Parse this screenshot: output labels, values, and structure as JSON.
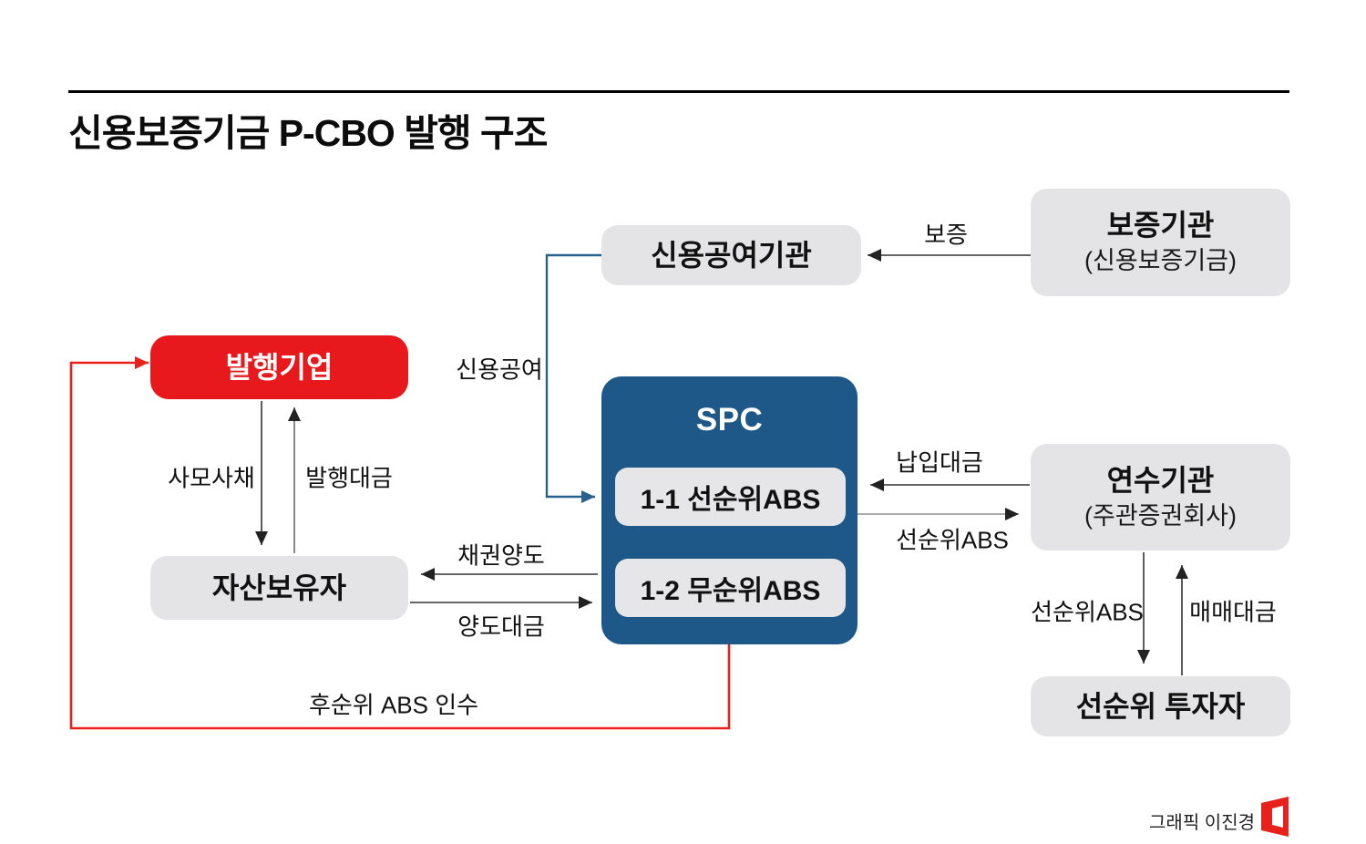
{
  "title": "신용보증기금 P-CBO 발행 구조",
  "nodes": {
    "credit_provider": {
      "label": "신용공여기관"
    },
    "guarantor": {
      "label": "보증기관",
      "sublabel": "(신용보증기금)"
    },
    "issuer": {
      "label": "발행기업"
    },
    "spc": {
      "label": "SPC",
      "tranche_senior": "1-1 선순위ABS",
      "tranche_junior": "1-2 무순위ABS"
    },
    "asset_holder": {
      "label": "자산보유자"
    },
    "underwriter": {
      "label": "연수기관",
      "sublabel": "(주관증권회사)"
    },
    "senior_investor": {
      "label": "선순위 투자자"
    }
  },
  "edges": {
    "guarantee": "보증",
    "credit_facility": "신용공여",
    "private_bond": "사모사채",
    "issue_proceeds": "발행대금",
    "bond_transfer": "채권양도",
    "transfer_price": "양도대금",
    "payment": "납입대금",
    "senior_abs_to_underwriter": "선순위ABS",
    "senior_abs_to_investor": "선순위ABS",
    "trade_price": "매매대금",
    "subordinated_abs": "후순위 ABS 인수"
  },
  "footer": {
    "credit": "그래픽 이진경"
  },
  "colors": {
    "accent_red": "#e8211d",
    "accent_blue": "#1d5889",
    "box_gray": "#e4e4e6",
    "line_dark": "#333333",
    "line_gray": "#909090"
  }
}
